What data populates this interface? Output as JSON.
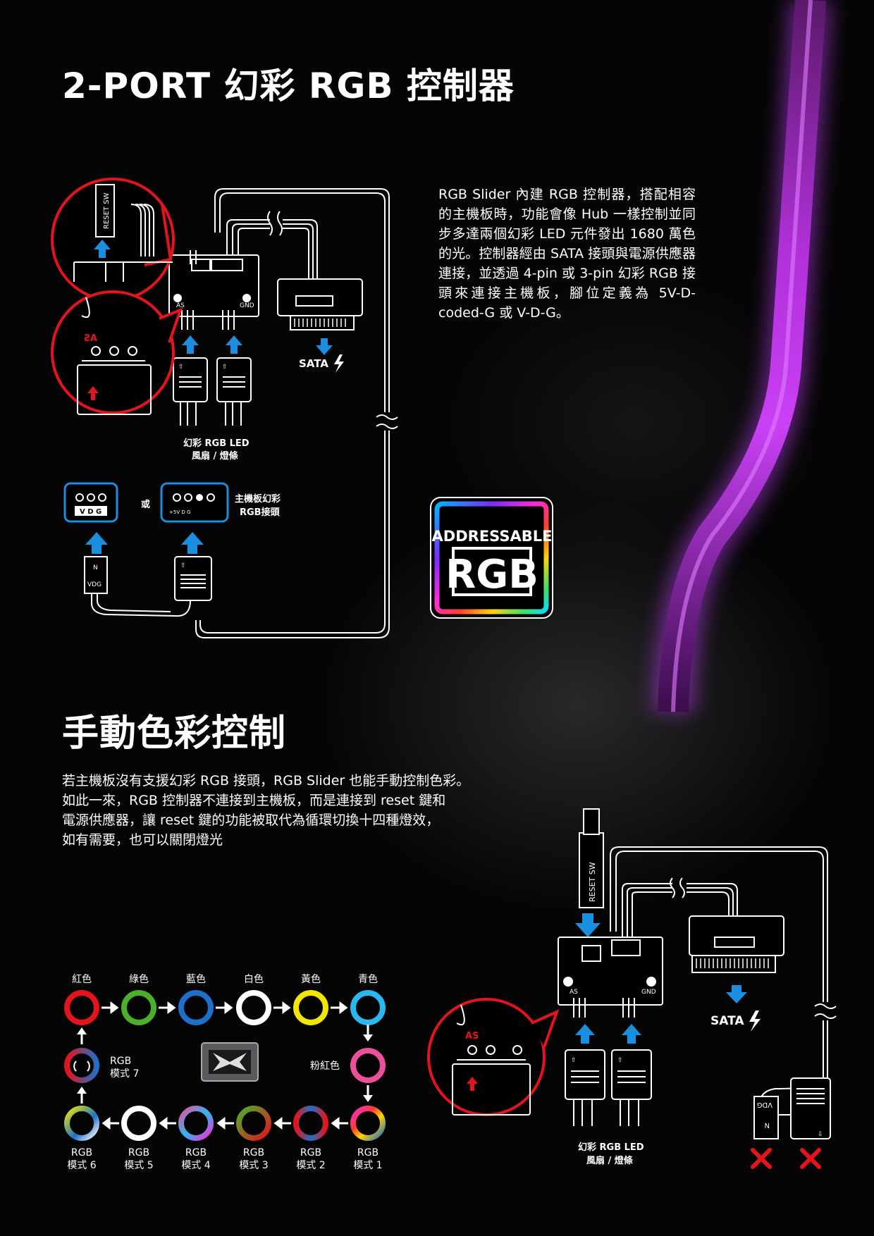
{
  "section1": {
    "title": "2-PORT 幻彩 RGB 控制器",
    "paragraph": "RGB Slider 內建 RGB 控制器，搭配相容的主機板時，功能會像 Hub 一樣控制並同步多達兩個幻彩 LED 元件發出 1680 萬色的光。控制器經由 SATA 接頭與電源供應器連接，並透過 4-pin 或 3-pin 幻彩 RGB 接頭來連接主機板，腳位定義為 5V-D-coded-G 或 V-D-G。",
    "diagram": {
      "reset_sw": "RESET SW",
      "sata": "SATA",
      "led_label_1": "幻彩 RGB LED",
      "led_label_2": "風扇 / 燈條",
      "vdg": "V D G",
      "or": "或",
      "pins4": "+5V  D       G",
      "mb_label_1": "主機板幻彩",
      "mb_label_2": "RGB接頭",
      "conn_n": "N",
      "conn_vdg": "VDG",
      "as": "AS",
      "as_small": "AS",
      "gnd": "GND"
    }
  },
  "badge": {
    "line1": "ADDRESSABLE",
    "line2": "RGB"
  },
  "section2": {
    "title": "手動色彩控制",
    "paragraph": [
      "若主機板沒有支援幻彩 RGB 接頭，RGB Slider 也能手動控制色彩。",
      "如此一來，RGB 控制器不連接到主機板，而是連接到 reset 鍵和",
      "電源供應器，讓 reset 鍵的功能被取代為循環切換十四種燈效，",
      "如有需要，也可以關閉燈光"
    ],
    "cycle": {
      "top": [
        {
          "label": "紅色",
          "color": "#e3141c"
        },
        {
          "label": "綠色",
          "color": "#4caf2a"
        },
        {
          "label": "藍色",
          "color": "#1e6fc8"
        },
        {
          "label": "白色",
          "color": "#ffffff"
        },
        {
          "label": "黃色",
          "color": "#f2e600"
        },
        {
          "label": "青色",
          "color": "#2ab8f0"
        }
      ],
      "pink": {
        "label": "粉紅色",
        "color": "#ec4f9c"
      },
      "bottom": [
        {
          "label1": "RGB",
          "label2": "模式 6"
        },
        {
          "label1": "RGB",
          "label2": "模式 5"
        },
        {
          "label1": "RGB",
          "label2": "模式 4"
        },
        {
          "label1": "RGB",
          "label2": "模式 3"
        },
        {
          "label1": "RGB",
          "label2": "模式 2"
        },
        {
          "label1": "RGB",
          "label2": "模式 1"
        }
      ],
      "mode7": {
        "label1": "RGB",
        "label2": "模式 7"
      }
    },
    "diagram": {
      "reset_sw": "RESET SW",
      "sata": "SATA",
      "led_label_1": "幻彩 RGB LED",
      "led_label_2": "風扇 / 燈條",
      "conn_vdg": "VDG",
      "conn_n": "N",
      "as": "AS",
      "as_small": "AS",
      "gnd": "GND"
    }
  },
  "colors": {
    "accent_red": "#e3141c",
    "arrow_blue": "#1a8fe0",
    "purple_light": "#c23cf0"
  }
}
